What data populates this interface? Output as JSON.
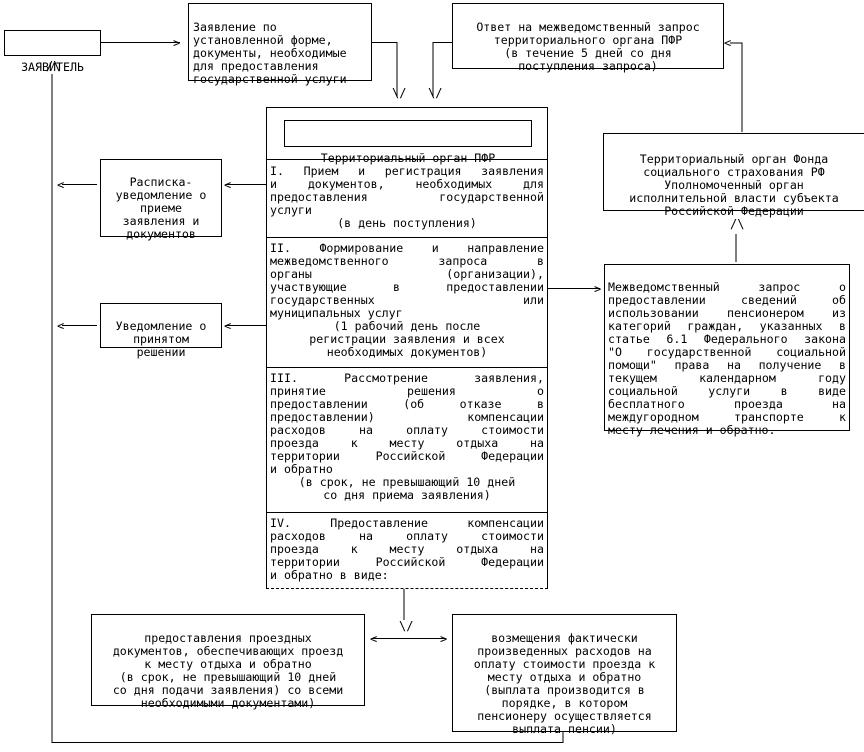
{
  "applicant": {
    "label": "ЗАЯВИТЕЛЬ"
  },
  "application_box": {
    "lines": [
      "Заявление по",
      "установленной форме,",
      "документы, необходимые",
      "для предоставления",
      "государственной услуги"
    ]
  },
  "response_box": {
    "lines": [
      "Ответ на межведомственный запрос",
      "территориального органа ПФР",
      "(в течение 5 дней со дня",
      "поступления запроса)"
    ]
  },
  "pfr": {
    "title": "Территориальный орган ПФР",
    "stages": [
      {
        "lines": [
          "I. Прием и регистрация заявления",
          "и документов, необходимых для",
          "предоставления государственной",
          "услуги"
        ],
        "term": "(в день поступления)"
      },
      {
        "lines": [
          "II. Формирование и направление",
          "межведомственного запроса в",
          "органы (организации),",
          "участвующие в предоставлении",
          "государственных или",
          "муниципальных услуг"
        ],
        "term": "(1 рабочий день после\nрегистрации заявления и всех\nнеобходимых документов)"
      },
      {
        "lines": [
          "III. Рассмотрение заявления,",
          "принятие решения о",
          "предоставлении (об отказе в",
          "предоставлении) компенсации",
          "расходов на оплату стоимости",
          "проезда к месту отдыха на",
          "территории Российской Федерации",
          "и обратно"
        ],
        "term": "(в срок, не превышающий 10 дней\nсо дня приема заявления)"
      },
      {
        "lines": [
          "IV. Предоставление компенсации",
          "расходов на оплату стоимости",
          "проезда к месту отдыха на",
          "территории Российской Федерации",
          "и обратно в виде:"
        ],
        "term": ""
      }
    ]
  },
  "receipt_box": {
    "text": "Расписка-\nуведомление о\nприеме\nзаявления и\nдокументов"
  },
  "decision_box": {
    "text": "Уведомление о\nпринятом\nрешении"
  },
  "fss_box": {
    "text": "Территориальный орган Фонда\nсоциального страхования РФ\nУполномоченный орган\nисполнительной власти субъекта\nРоссийской Федерации"
  },
  "request_box": {
    "lines": [
      "Межведомственный запрос о",
      "предоставлении сведений об",
      "использовании пенсионером из",
      "категорий граждан, указанных в",
      "статье 6.1 Федерального закона",
      "\"О государственной социальной",
      "помощи\" права на получение в",
      "текущем календарном году",
      "социальной услуги в виде",
      "бесплатного проезда на",
      "междугородном транспорте к",
      "месту лечения и обратно."
    ]
  },
  "tickets_box": {
    "text": "предоставления проездных\nдокументов, обеспечивающих проезд\nк месту отдыха и обратно\n(в срок, не превышающий 10 дней\nсо дня подачи заявления) со всеми\nнеобходимыми документами)"
  },
  "reimburse_box": {
    "text": "возмещения фактически\nпроизведенных расходов на\nоплату стоимости проезда к\nместу отдыха и обратно\n(выплата производится в\nпорядке, в котором\nпенсионеру осуществляется\nвыплата пенсии)"
  }
}
